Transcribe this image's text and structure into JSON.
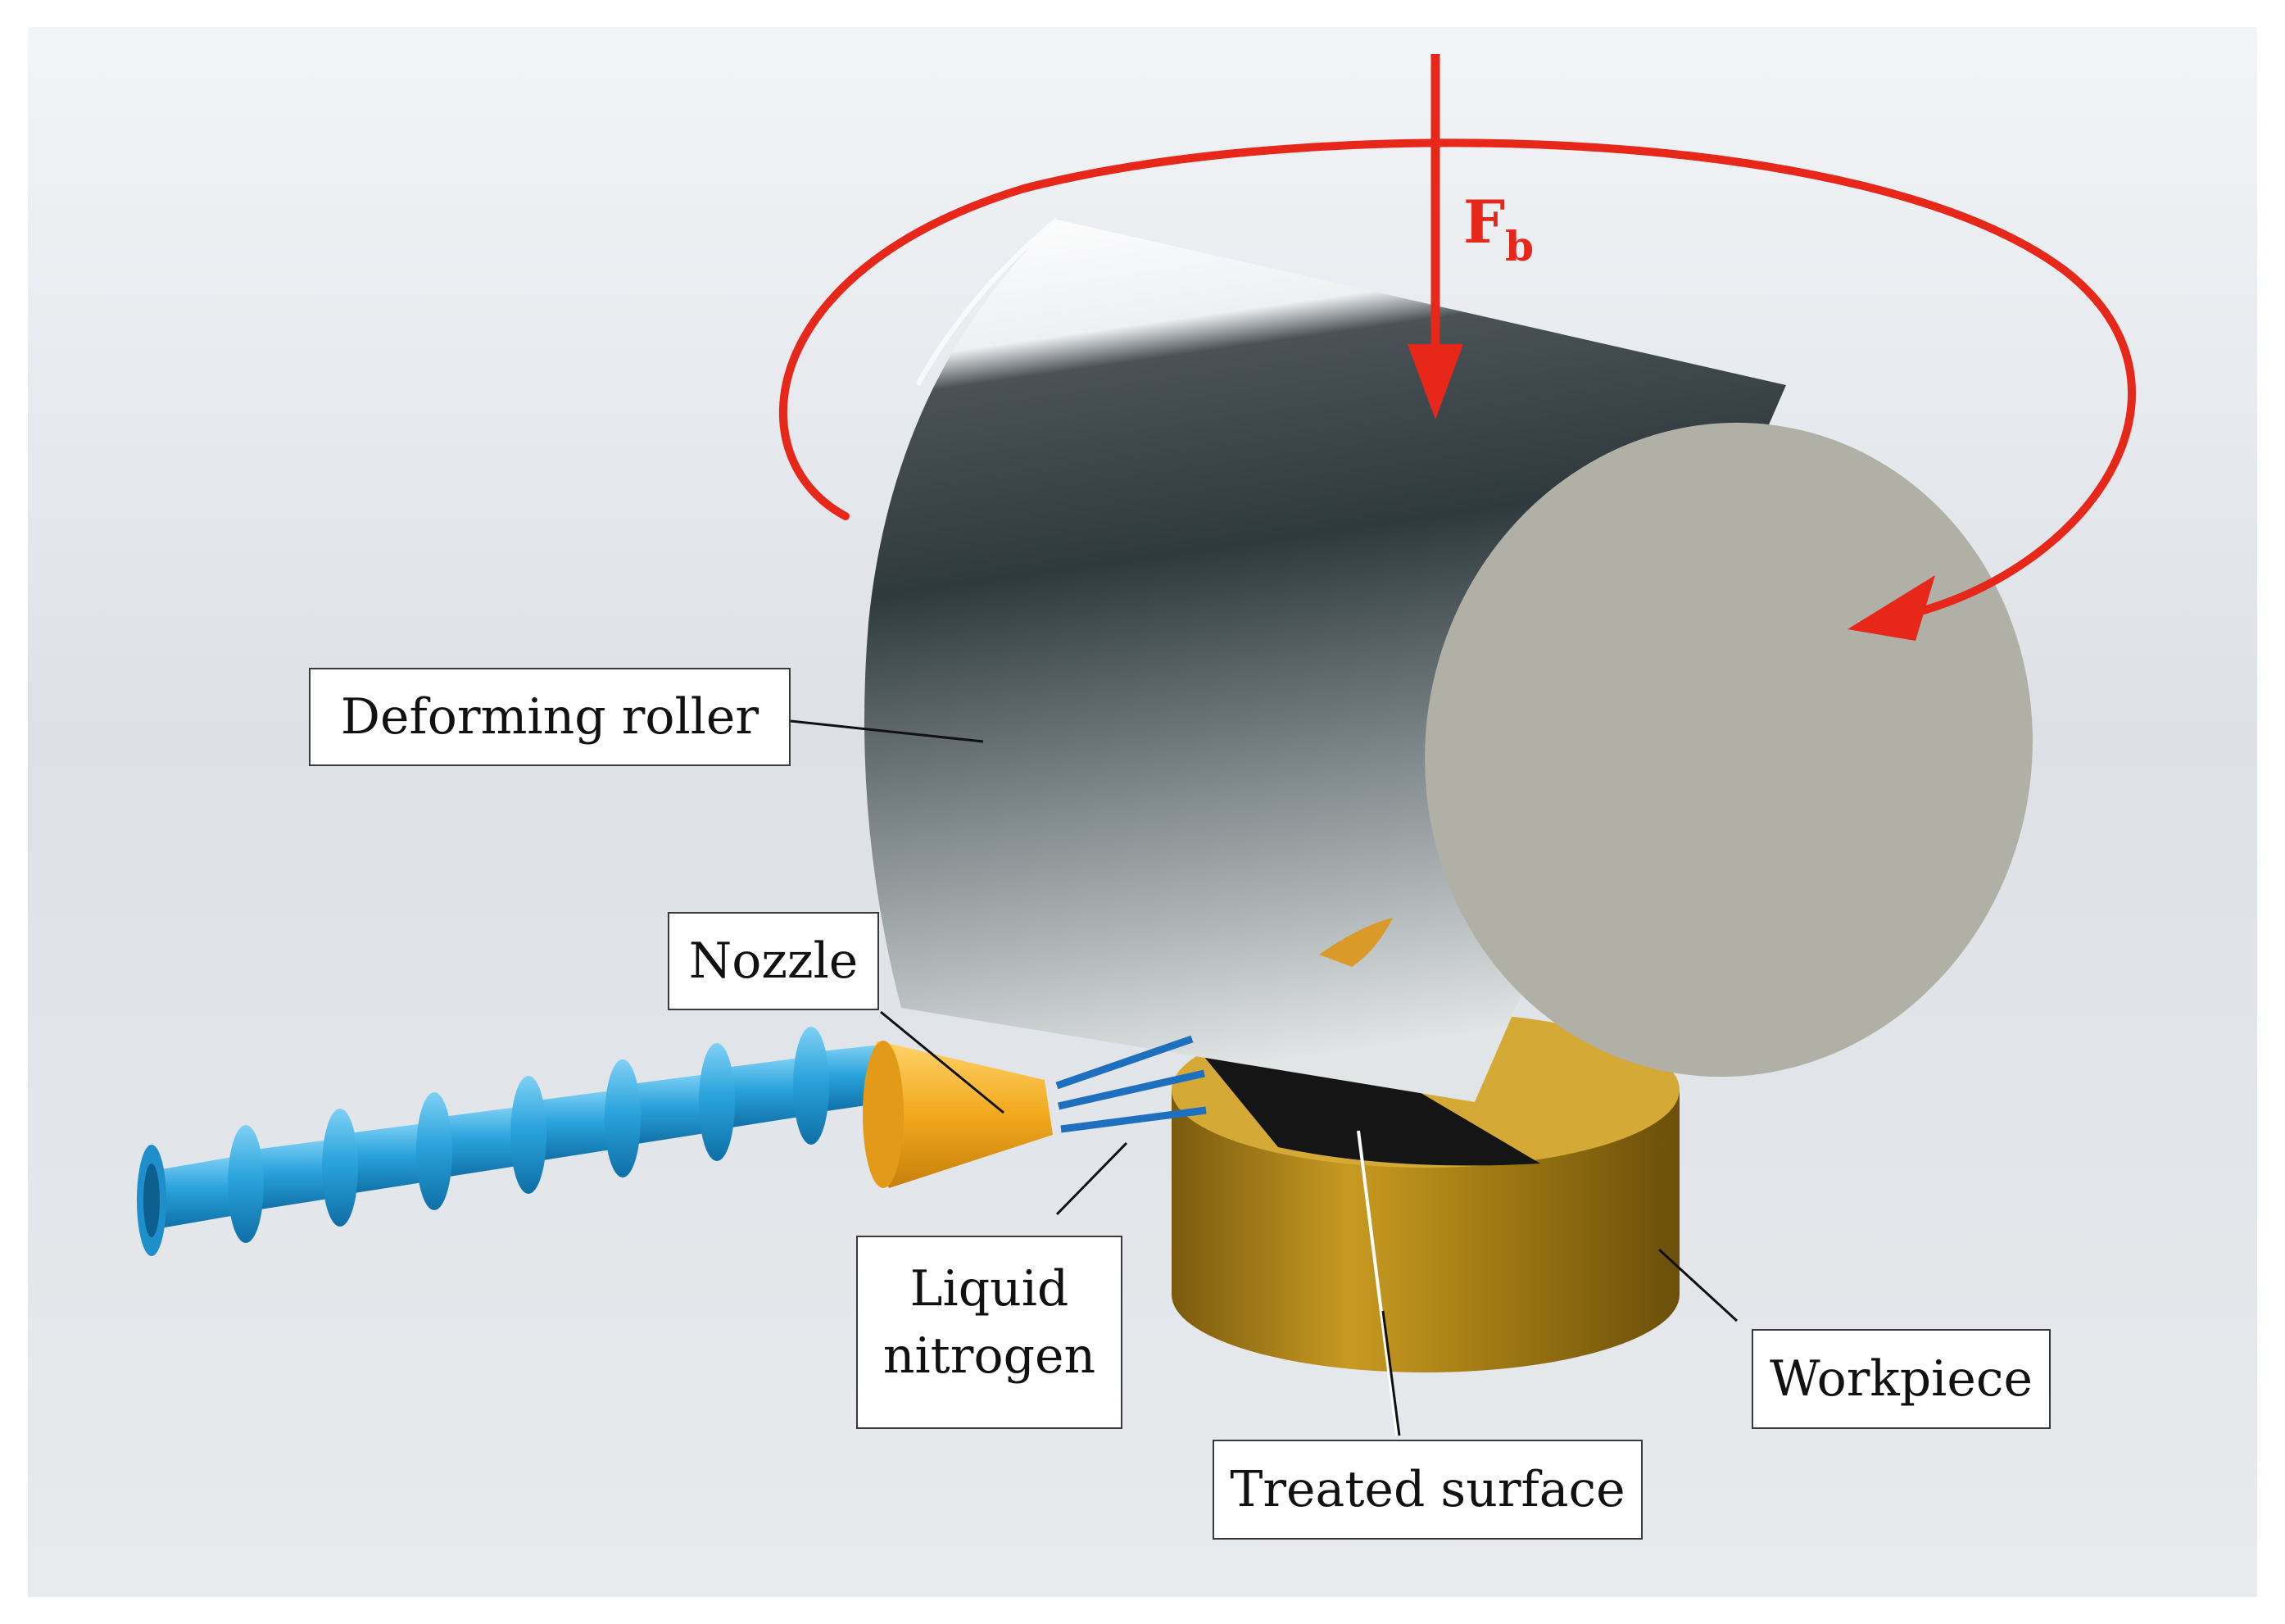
{
  "labels": {
    "deforming_roller": "Deforming roller",
    "nozzle": "Nozzle",
    "liquid_nitrogen_line1": "Liquid",
    "liquid_nitrogen_line2": "nitrogen",
    "workpiece": "Workpiece",
    "treated_surface": "Treated surface"
  },
  "force": {
    "symbol": "F",
    "subscript": "b"
  },
  "colors": {
    "arrow": "#e8271b",
    "hose": "#2aa3dc",
    "nozzle": "#f2a91e",
    "workpiece": "#b58a1c",
    "roller_face": "#b0b0a7",
    "nitrogen_jet": "#1f6fbf"
  }
}
